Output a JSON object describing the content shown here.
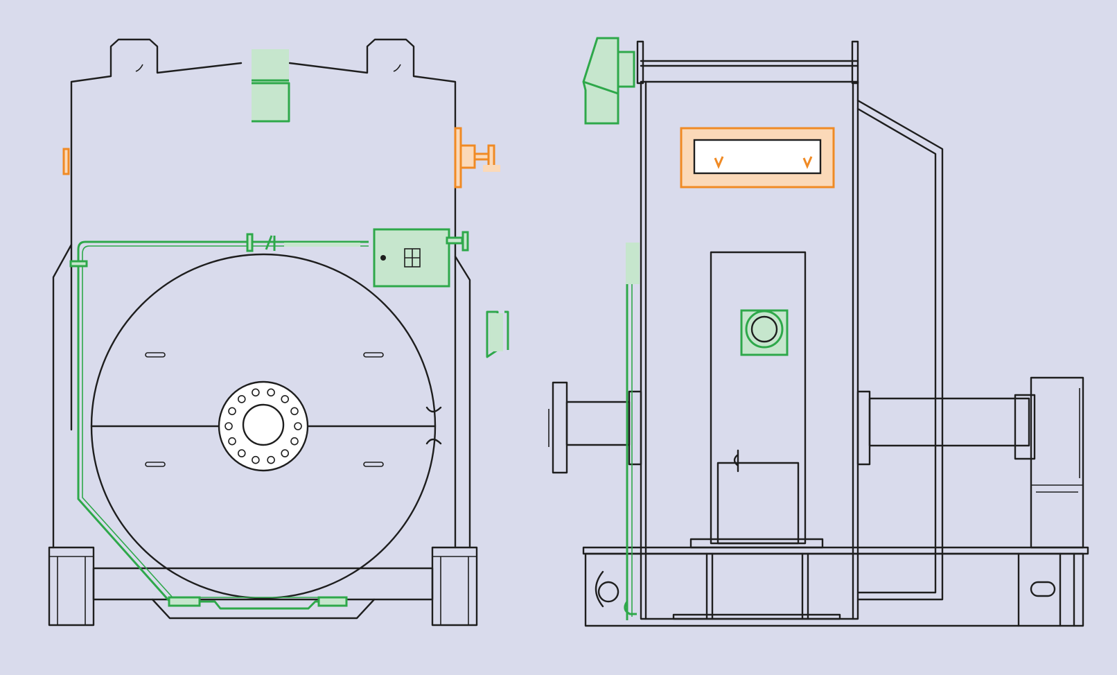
{
  "canvas": {
    "background": "#d9dbec"
  },
  "colors": {
    "outline": "#1e1e1e",
    "piping_highlight": "#2ea84a",
    "piping_highlight_fill": "#c6e6cd",
    "accent_highlight": "#f08a24",
    "accent_highlight_fill": "#fbd9b8"
  },
  "views": [
    {
      "id": "front-view",
      "icon": "machine-front-elevation"
    },
    {
      "id": "side-view",
      "icon": "machine-side-elevation"
    }
  ]
}
